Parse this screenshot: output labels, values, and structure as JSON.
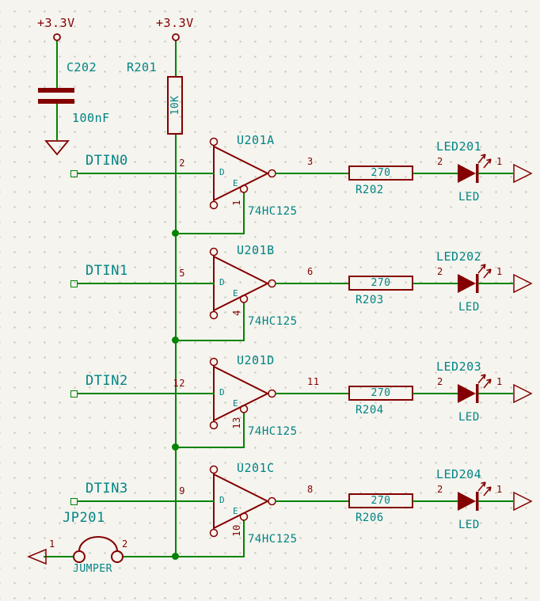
{
  "colors": {
    "background": "#F5F4EE",
    "grid_dot": "#C8C5BA",
    "wire": "#008400",
    "symbol_outline": "#840000",
    "field_text": "#008484",
    "pin_number": "#840000",
    "power_label": "#840000",
    "junction": "#008400"
  },
  "power_flags": [
    {
      "label": "+3.3V"
    },
    {
      "label": "+3.3V"
    }
  ],
  "capacitor": {
    "ref": "C202",
    "value": "100nF"
  },
  "pullup_resistor": {
    "ref": "R201",
    "value": "10K"
  },
  "gate_pin_names": {
    "input": "D",
    "enable": "E"
  },
  "gates": [
    {
      "net": "DTIN0",
      "ref": "U201A",
      "part": "74HC125",
      "input_pin": "2",
      "output_pin": "3",
      "enable_pin": "1",
      "resistor": {
        "ref": "R202",
        "value": "270"
      },
      "led": {
        "ref": "LED201",
        "value": "LED",
        "anode_pin": "2",
        "cathode_pin": "1"
      }
    },
    {
      "net": "DTIN1",
      "ref": "U201B",
      "part": "74HC125",
      "input_pin": "5",
      "output_pin": "6",
      "enable_pin": "4",
      "resistor": {
        "ref": "R203",
        "value": "270"
      },
      "led": {
        "ref": "LED202",
        "value": "LED",
        "anode_pin": "2",
        "cathode_pin": "1"
      }
    },
    {
      "net": "DTIN2",
      "ref": "U201D",
      "part": "74HC125",
      "input_pin": "12",
      "output_pin": "11",
      "enable_pin": "13",
      "resistor": {
        "ref": "R204",
        "value": "270"
      },
      "led": {
        "ref": "LED203",
        "value": "LED",
        "anode_pin": "2",
        "cathode_pin": "1"
      }
    },
    {
      "net": "DTIN3",
      "ref": "U201C",
      "part": "74HC125",
      "input_pin": "9",
      "output_pin": "8",
      "enable_pin": "10",
      "resistor": {
        "ref": "R206",
        "value": "270"
      },
      "led": {
        "ref": "LED204",
        "value": "LED",
        "anode_pin": "2",
        "cathode_pin": "1"
      }
    }
  ],
  "jumper": {
    "ref": "JP201",
    "value": "JUMPER",
    "pin1": "1",
    "pin2": "2"
  }
}
